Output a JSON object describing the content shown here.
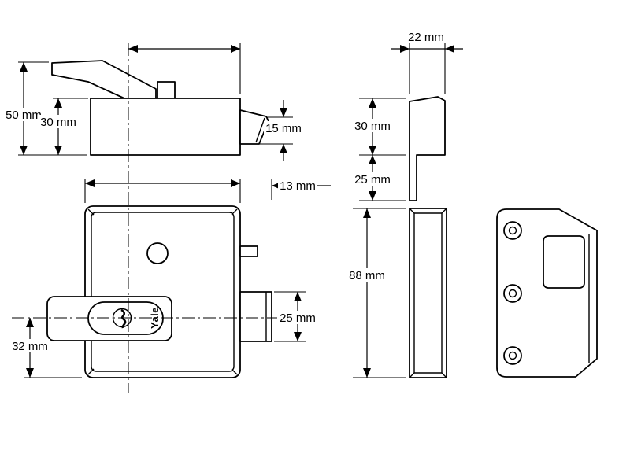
{
  "drawing": {
    "brand": "Yale",
    "dimensions": {
      "side_total_height": "50 mm",
      "side_body_height": "30 mm",
      "side_latch_lip": "15 mm",
      "front_edge_offset": "13 mm",
      "front_bolt_width": "25 mm",
      "front_centre_to_base": "32 mm",
      "profile_depth": "22 mm",
      "profile_body_height": "30 mm",
      "profile_plate_drop": "25 mm",
      "profile_case_height": "88 mm"
    }
  }
}
